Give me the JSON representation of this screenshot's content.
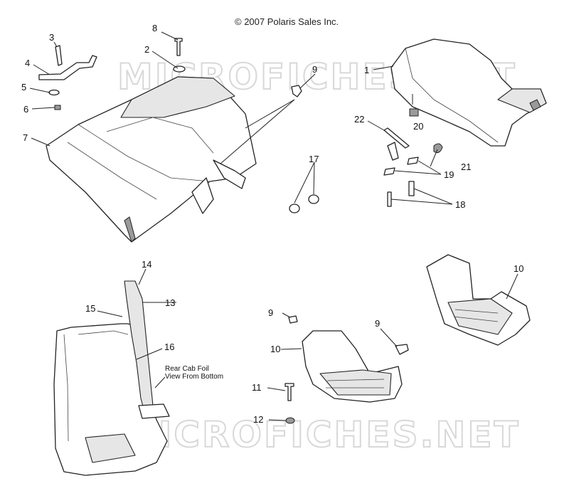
{
  "copyright": "© 2007 Polaris Sales Inc.",
  "watermark": "MICROFICHES.NET",
  "inset_note": {
    "line1": "Rear Cab Foil",
    "line2": "View From Bottom"
  },
  "callouts": {
    "c1": "1",
    "c2": "2",
    "c3": "3",
    "c4": "4",
    "c5": "5",
    "c6": "6",
    "c7": "7",
    "c8": "8",
    "c9a": "9",
    "c9b": "9",
    "c9c": "9",
    "c10a": "10",
    "c10b": "10",
    "c11": "11",
    "c12": "12",
    "c13": "13",
    "c14": "14",
    "c15": "15",
    "c16": "16",
    "c17": "17",
    "c18": "18",
    "c19": "19",
    "c20": "20",
    "c21": "21",
    "c22": "22"
  }
}
